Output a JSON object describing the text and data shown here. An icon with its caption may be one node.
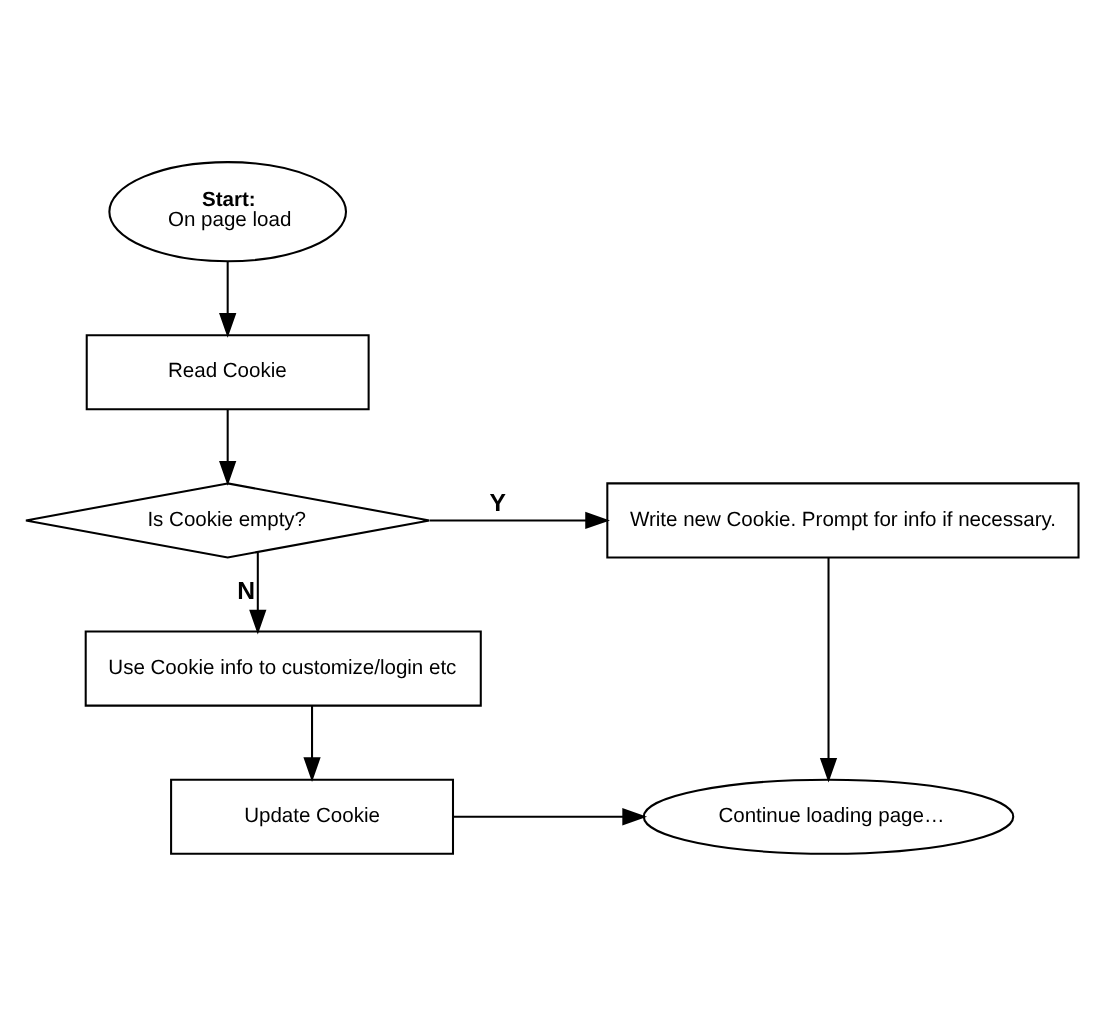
{
  "diagram": {
    "nodes": [
      {
        "text": [
          "Start:",
          "On page load"
        ]
      },
      {
        "text": [
          "Read Cookie"
        ]
      },
      {
        "text": [
          "Is Cookie empty?"
        ]
      },
      {
        "text": [
          "Write new Cookie. Prompt for info if necessary."
        ]
      },
      {
        "text": [
          "Use Cookie info to customize/login etc"
        ]
      },
      {
        "text": [
          "Update Cookie"
        ]
      },
      {
        "text": [
          "Continue loading page…"
        ]
      }
    ],
    "edges": [
      {
        "from": 0,
        "to": 1,
        "arrow": "to"
      },
      {
        "from": 1,
        "to": 2,
        "arrow": "to"
      },
      {
        "from": 2,
        "to": 3,
        "arrow": "to",
        "label": "Y"
      },
      {
        "from": 2,
        "to": 4,
        "arrow": "to",
        "label": "N"
      },
      {
        "from": 4,
        "to": 5,
        "arrow": "to"
      },
      {
        "from": 5,
        "to": 6,
        "arrow": "to"
      },
      {
        "from": 3,
        "to": 6,
        "arrow": "to"
      }
    ]
  }
}
